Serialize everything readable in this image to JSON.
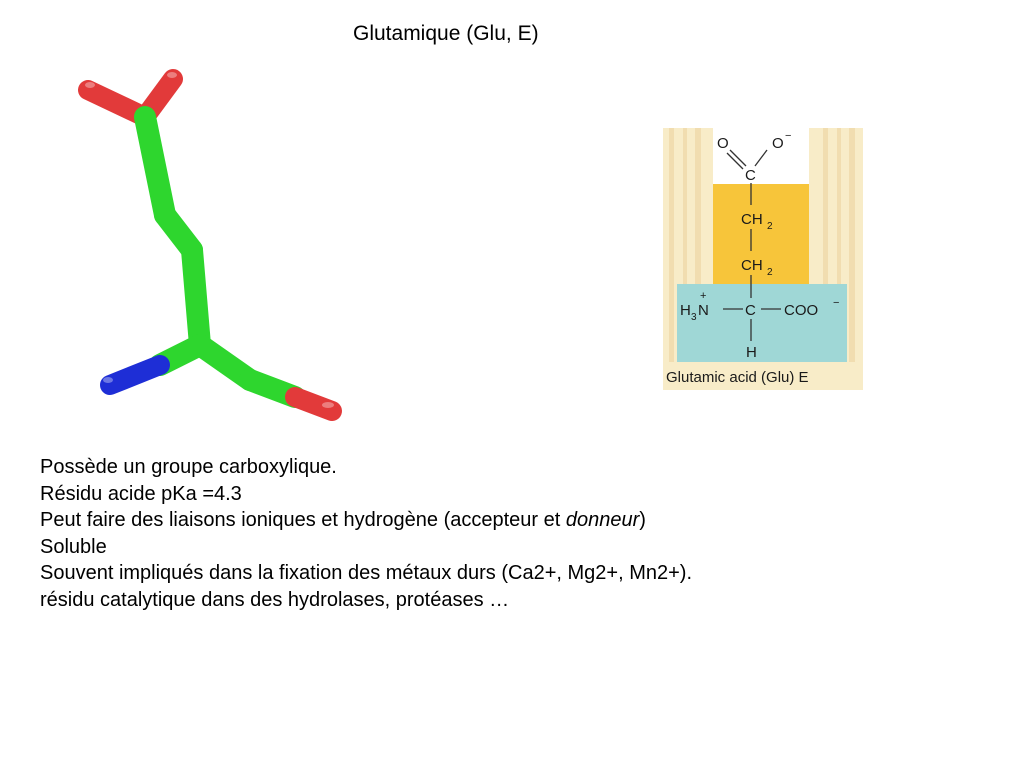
{
  "slide": {
    "title": "Glutamique (Glu, E)"
  },
  "structure_figure": {
    "atoms": {
      "o_left": "O",
      "o_right": "O",
      "o_charge": "−",
      "carboxyl_c": "C",
      "ch2_top_c": "CH",
      "ch2_top_sub": "2",
      "ch2_mid_c": "CH",
      "ch2_mid_sub": "2",
      "amine_h": "H",
      "amine_sub": "3",
      "amine_n": "N",
      "amine_charge": "+",
      "alpha_c": "C",
      "coo": "COO",
      "coo_charge": "−",
      "alpha_h": "H"
    },
    "caption": "Glutamic acid (Glu) E",
    "colors": {
      "side_chain": "#f7c53a",
      "backbone": "#9fd7d6",
      "atom_text": "#d0306a"
    }
  },
  "stick_model": {
    "colors": {
      "carbon": "#2ed62e",
      "oxygen": "#e23a3a",
      "nitrogen": "#1e2ed6"
    }
  },
  "text": {
    "line1": "Possède un groupe carboxylique.",
    "line2": "Résidu acide pKa =4.3",
    "line3_main": "Peut faire des liaisons ioniques et hydrogène (accepteur et ",
    "line3_italic": "donneur",
    "line3_end": ")",
    "line4": "Soluble",
    "line5": "Souvent impliqués dans la fixation des métaux durs (Ca2+, Mg2+, Mn2+).",
    "line6": "résidu catalytique dans des hydrolases, protéases …"
  }
}
